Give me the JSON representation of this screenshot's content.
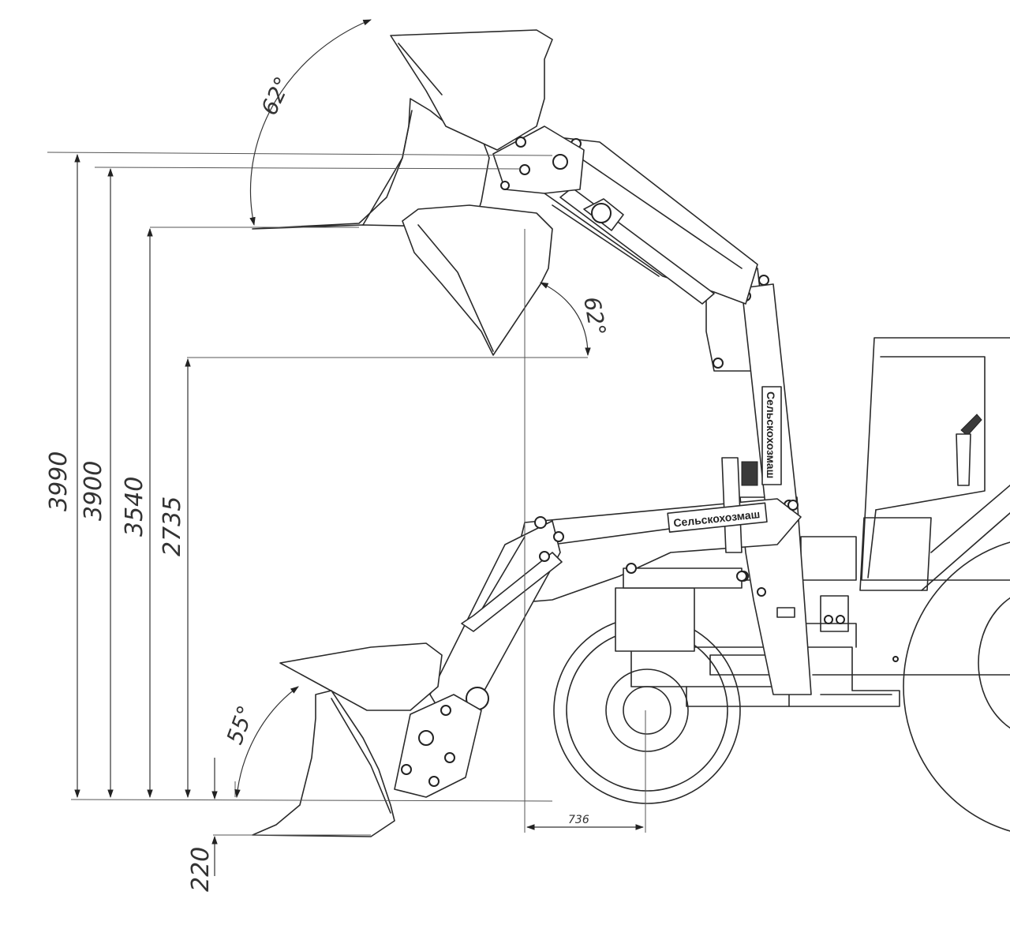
{
  "dimensions": {
    "h_3990": "3990",
    "h_3900": "3900",
    "h_3540": "3540",
    "h_2735": "2735",
    "h_220": "220",
    "reach_736": "736"
  },
  "angles": {
    "top_bucket": "62°",
    "mid_bucket": "62°",
    "low_bucket": "55°"
  },
  "branding": {
    "upper_arm": "Сельскохозмаш",
    "lower_arm": "Сельскохозмаш"
  }
}
